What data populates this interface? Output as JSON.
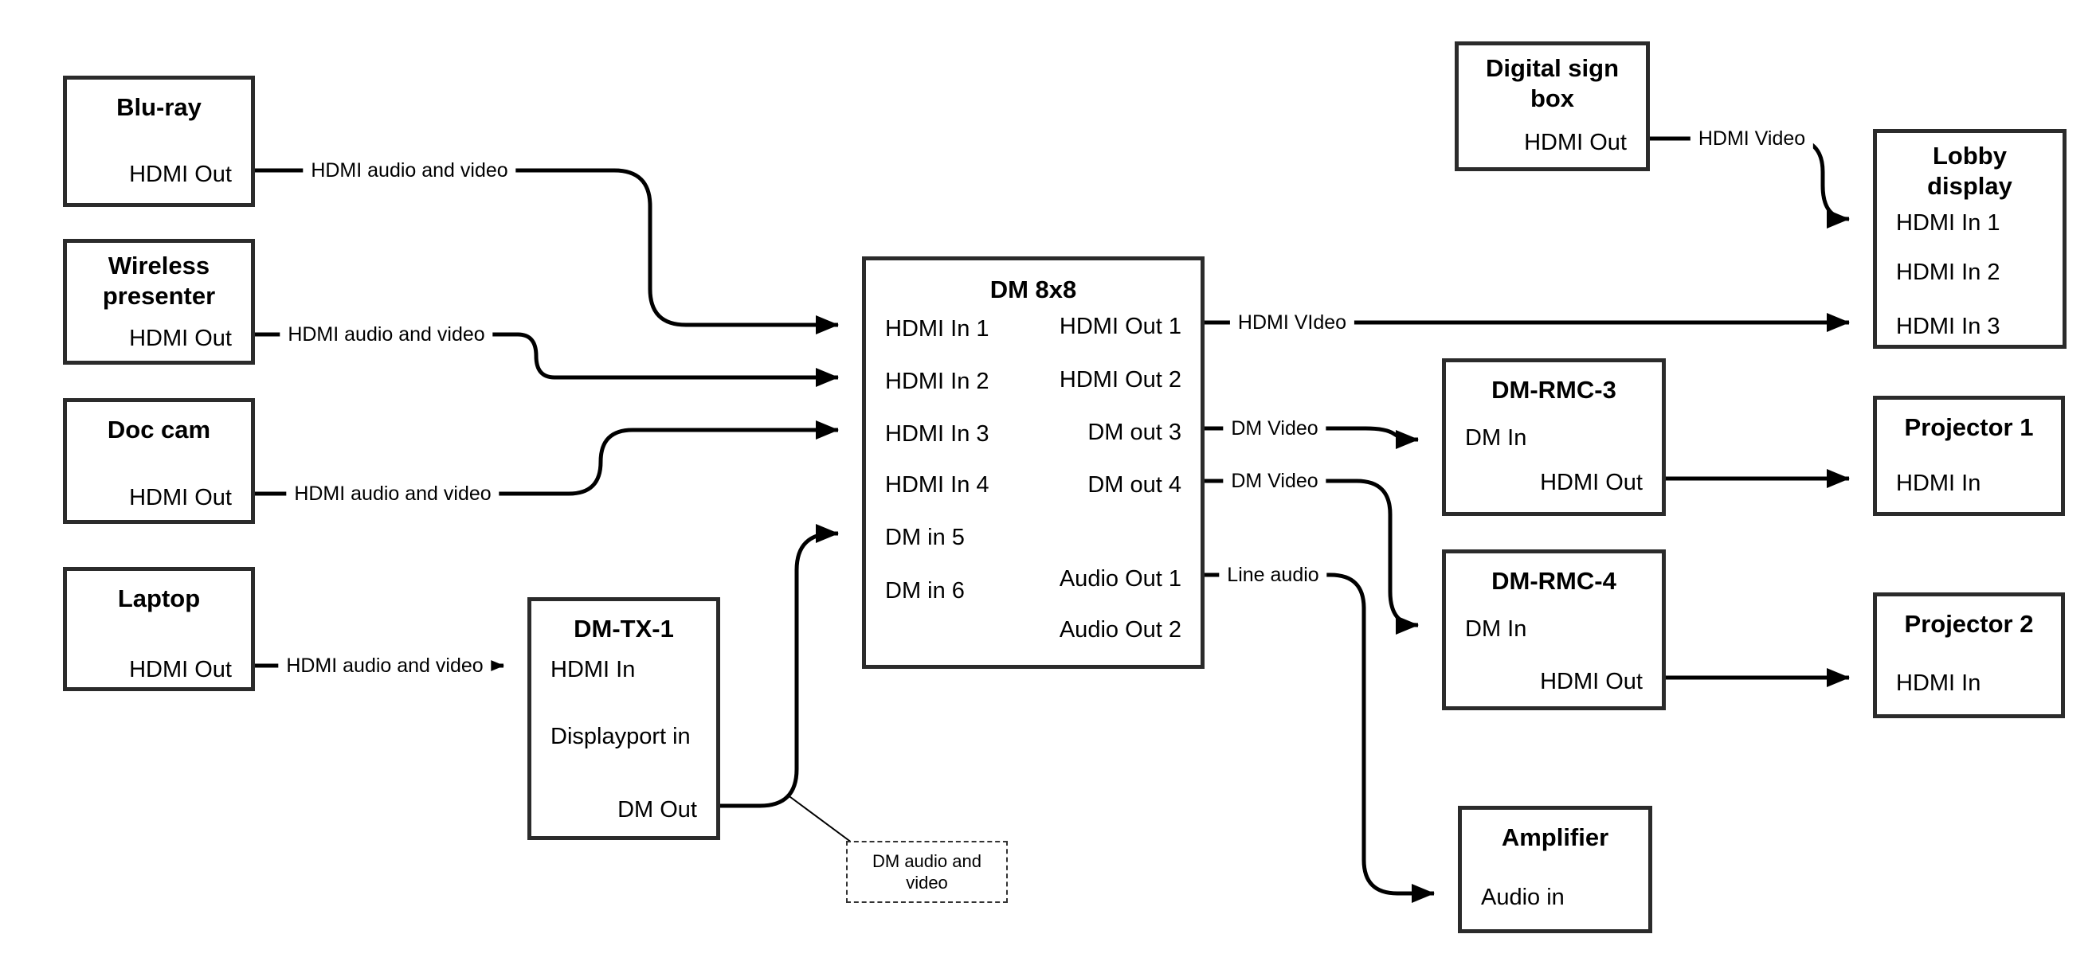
{
  "colors": {
    "background": "#ffffff",
    "line": "#000000",
    "box_border": "#2b2b2b",
    "text": "#000000"
  },
  "nodes": {
    "bluray": {
      "title": "Blu-ray",
      "port_out": "HDMI Out"
    },
    "wireless": {
      "title": "Wireless presenter",
      "port_out": "HDMI Out"
    },
    "doccam": {
      "title": "Doc cam",
      "port_out": "HDMI Out"
    },
    "laptop": {
      "title": "Laptop",
      "port_out": "HDMI Out"
    },
    "dmtx1": {
      "title": "DM-TX-1",
      "port_hdmi_in": "HDMI In",
      "port_displayport_in": "Displayport in",
      "port_dm_out": "DM Out"
    },
    "dm8x8": {
      "title": "DM 8x8",
      "inputs": [
        "HDMI In 1",
        "HDMI In 2",
        "HDMI In 3",
        "HDMI In 4",
        "DM in 5",
        "DM in 6"
      ],
      "outputs": [
        "HDMI Out 1",
        "HDMI Out 2",
        "DM out 3",
        "DM out 4",
        "Audio Out 1",
        "Audio Out 2"
      ]
    },
    "digital_sign": {
      "title": "Digital sign box",
      "port_out": "HDMI Out"
    },
    "lobby_display": {
      "title": "Lobby display",
      "inputs": [
        "HDMI In 1",
        "HDMI In 2",
        "HDMI In 3"
      ]
    },
    "dm_rmc_3": {
      "title": "DM-RMC-3",
      "port_in": "DM In",
      "port_out": "HDMI Out"
    },
    "projector1": {
      "title": "Projector 1",
      "port_in": "HDMI In"
    },
    "dm_rmc_4": {
      "title": "DM-RMC-4",
      "port_in": "DM In",
      "port_out": "HDMI Out"
    },
    "projector2": {
      "title": "Projector 2",
      "port_in": "HDMI In"
    },
    "amplifier": {
      "title": "Amplifier",
      "port_in": "Audio in"
    }
  },
  "edge_labels": {
    "bluray_to_in1": "HDMI audio and video",
    "wireless_to_in2": "HDMI audio and video",
    "doccam_to_in3": "HDMI audio and video",
    "laptop_to_dmtx1": "HDMI audio and video",
    "hdmi_out1_to_lobby": "HDMI VIdeo",
    "dm_out3_to_rmc3": "DM Video",
    "dm_out4_to_rmc4": "DM Video",
    "audio_out1_to_amp": "Line audio",
    "digital_sign_to_lobby": "HDMI Video"
  },
  "annotation": {
    "text": "DM audio and video"
  }
}
